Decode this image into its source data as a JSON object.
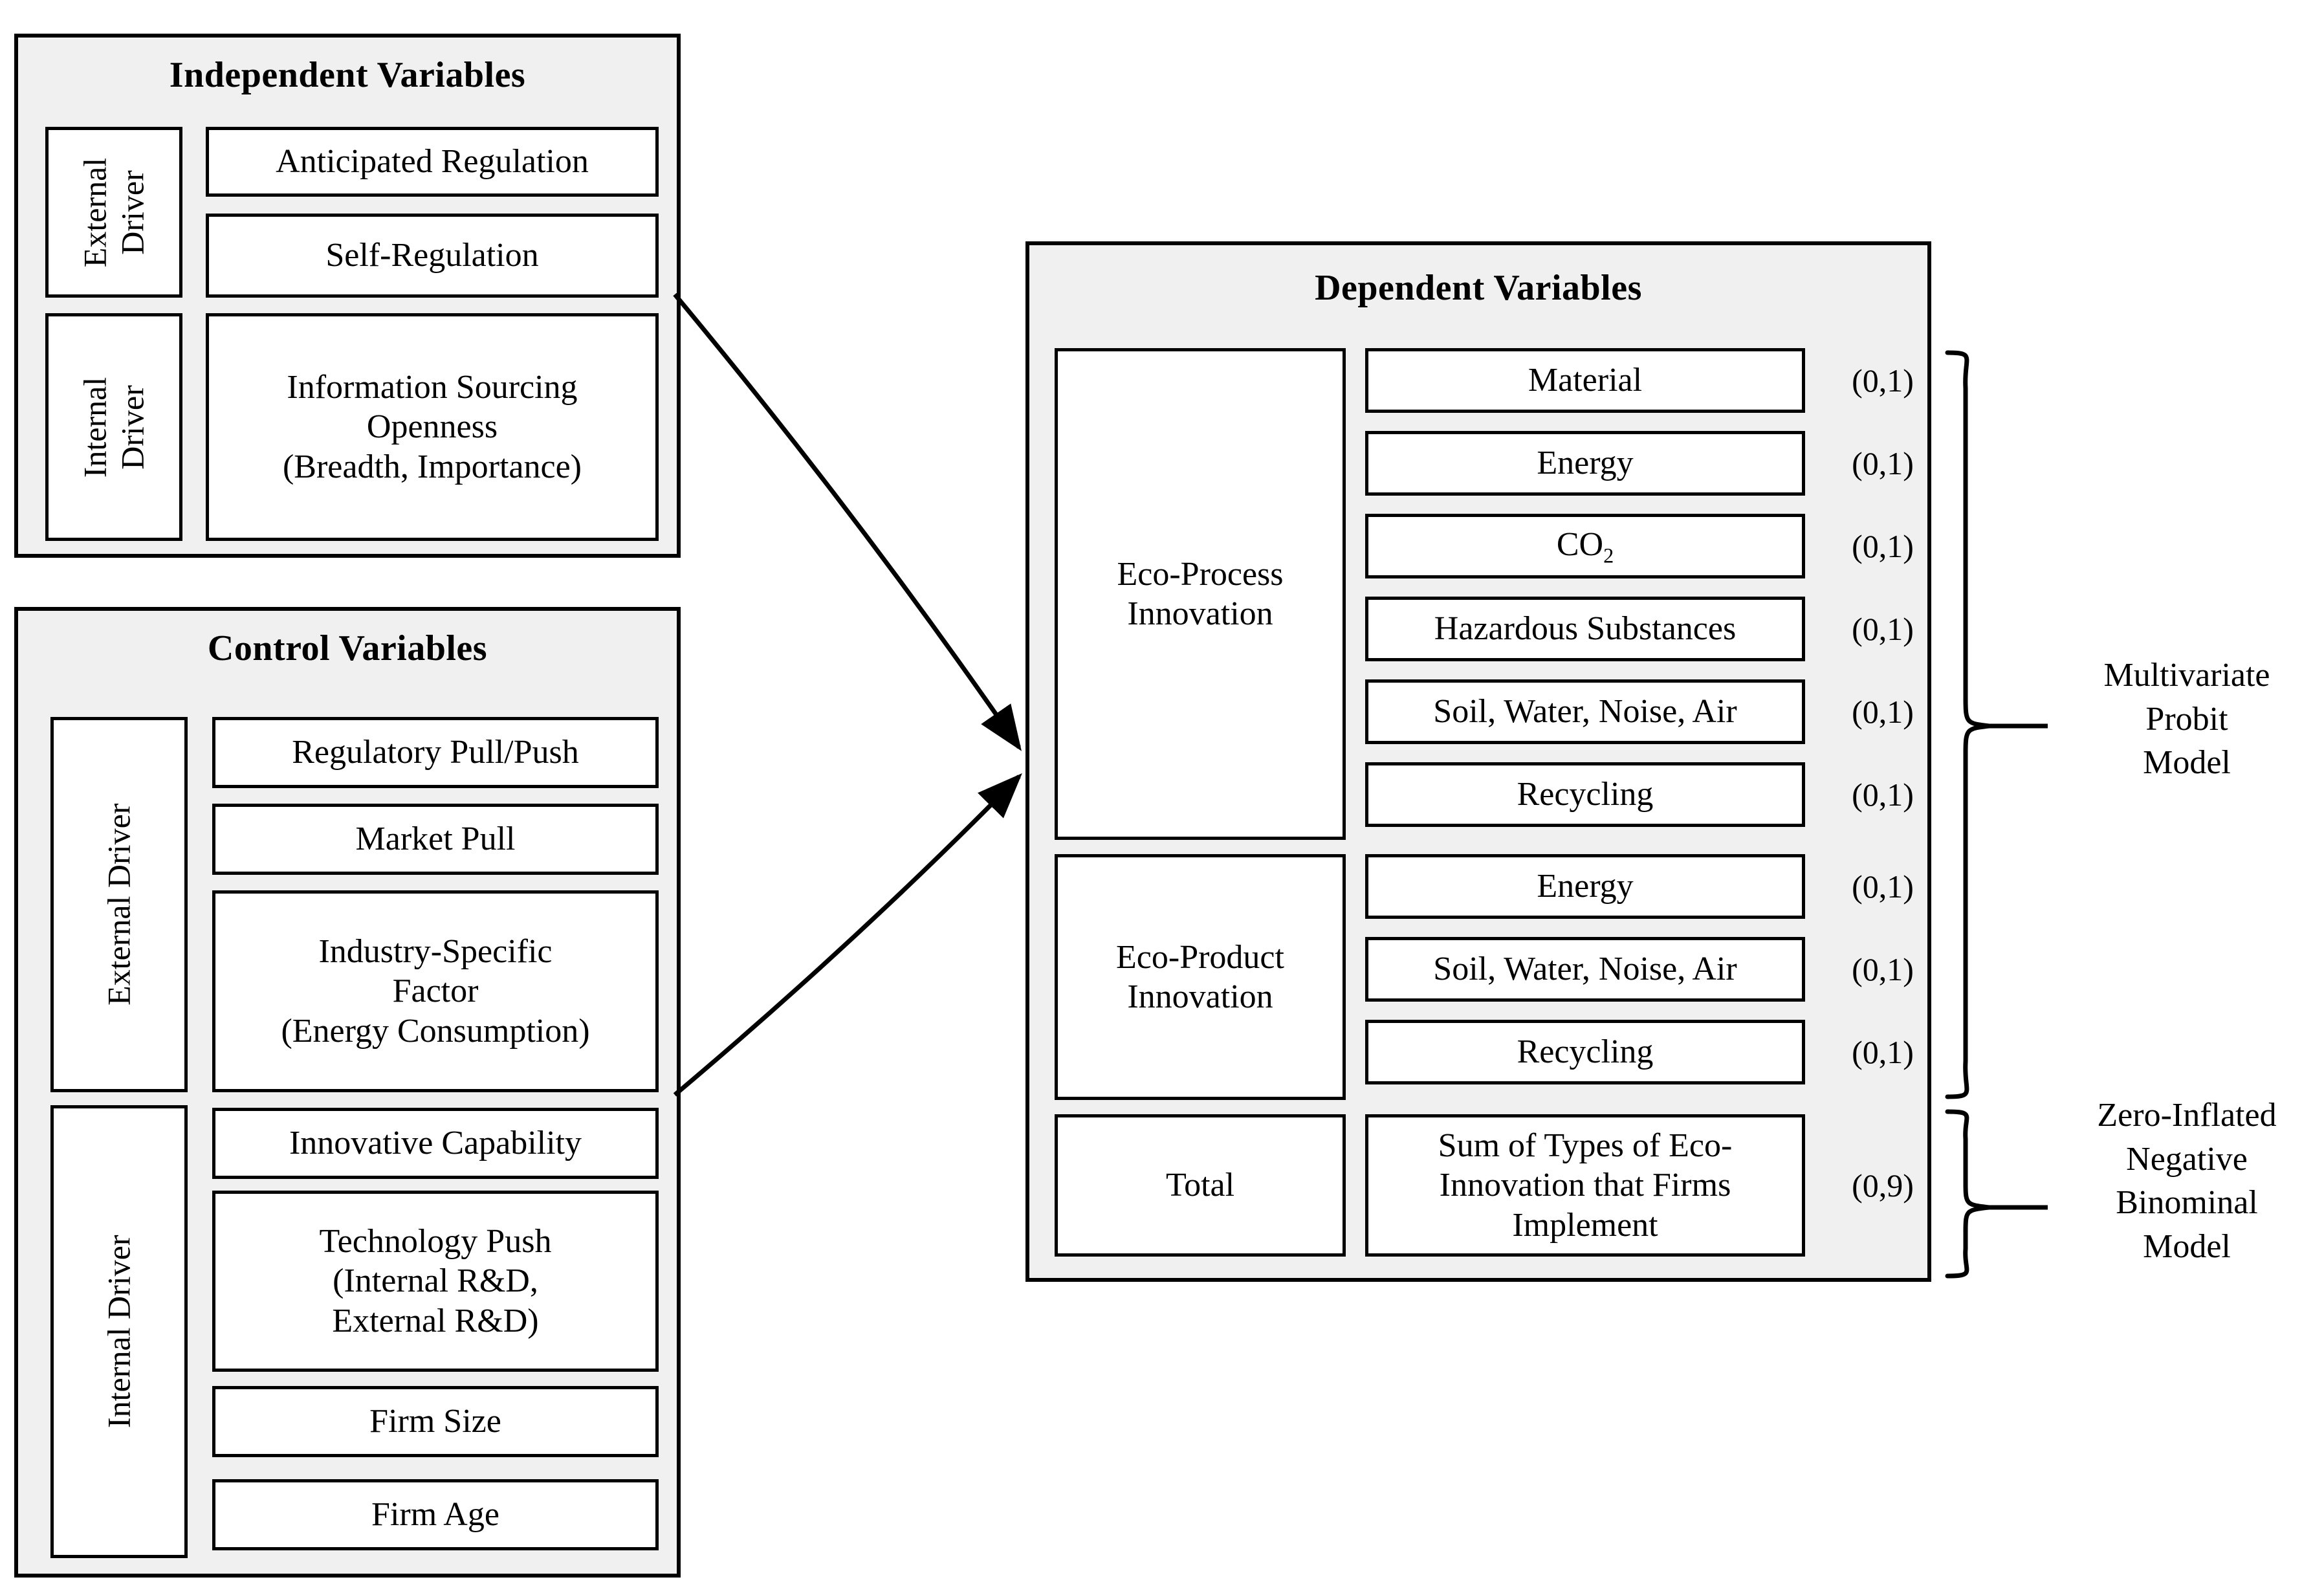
{
  "independent": {
    "title": "Independent Variables",
    "groups": [
      {
        "driver": "External Driver",
        "items": [
          "Anticipated Regulation",
          "Self-Regulation"
        ]
      },
      {
        "driver": "Internal Driver",
        "items": [
          "Information Sourcing Openness (Breadth, Importance)"
        ]
      }
    ],
    "items": {
      "anticipated_regulation": "Anticipated Regulation",
      "self_regulation": "Self-Regulation",
      "info_sourcing_l1": "Information Sourcing",
      "info_sourcing_l2": "Openness",
      "info_sourcing_l3": "(Breadth, Importance)"
    }
  },
  "control": {
    "title": "Control Variables",
    "external_driver": "External Driver",
    "internal_driver": "Internal Driver",
    "items": {
      "regulatory": "Regulatory Pull/Push",
      "market_pull": "Market Pull",
      "industry_l1": "Industry-Specific",
      "industry_l2": "Factor",
      "industry_l3": "(Energy Consumption)",
      "innovative_capability": "Innovative Capability",
      "technology_push_l1": "Technology Push",
      "technology_push_l2": "(Internal R&D,",
      "technology_push_l3": "External R&D)",
      "firm_size": "Firm Size",
      "firm_age": "Firm Age"
    }
  },
  "dependent": {
    "title": "Dependent Variables",
    "groups": [
      {
        "name": "Eco-Process Innovation",
        "name_l1": "Eco-Process",
        "name_l2": "Innovation",
        "rows": [
          {
            "label": "Material",
            "code": "(0,1)"
          },
          {
            "label": "Energy",
            "code": "(0,1)"
          },
          {
            "label": "CO2",
            "code": "(0,1)"
          },
          {
            "label": "Hazardous Substances",
            "code": "(0,1)"
          },
          {
            "label": "Soil,  Water, Noise, Air",
            "code": "(0,1)"
          },
          {
            "label": "Recycling",
            "code": "(0,1)"
          }
        ]
      },
      {
        "name": "Eco-Product Innovation",
        "name_l1": "Eco-Product",
        "name_l2": "Innovation",
        "rows": [
          {
            "label": "Energy",
            "code": "(0,1)"
          },
          {
            "label": "Soil,  Water, Noise, Air",
            "code": "(0,1)"
          },
          {
            "label": "Recycling",
            "code": "(0,1)"
          }
        ]
      },
      {
        "name": "Total",
        "name_l1": "Total",
        "name_l2": "",
        "rows": [
          {
            "label": "Sum of Types of Eco-Innovation that Firms Implement",
            "code": "(0,9)"
          }
        ]
      }
    ],
    "total_label_l1": "Sum of Types of Eco-",
    "total_label_l2": "Innovation that Firms",
    "total_label_l3": "Implement"
  },
  "models": {
    "probit": {
      "l1": "Multivariate",
      "l2": "Probit",
      "l3": "Model",
      "full": "Multivariate Probit Model"
    },
    "zinb": {
      "l1": "Zero-Inflated",
      "l2": "Negative",
      "l3": "Binominal",
      "l4": "Model",
      "full": "Zero-Inflated Negative Binominal Model"
    }
  },
  "colors": {
    "panel_fill": "#f0f0f0",
    "cell_fill": "#ffffff",
    "stroke": "#000000"
  }
}
